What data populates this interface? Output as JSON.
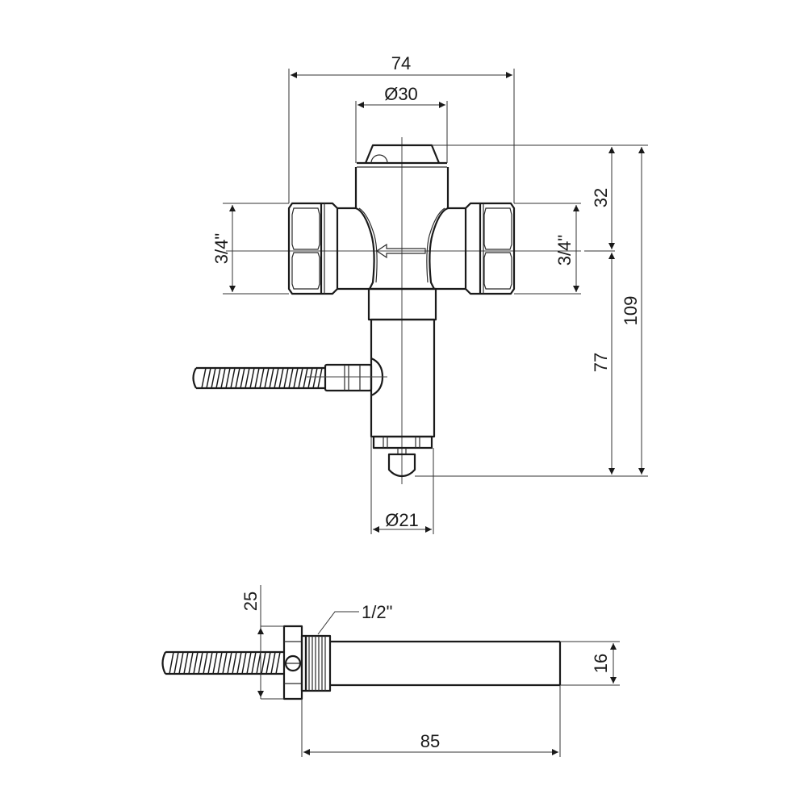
{
  "drawing": {
    "title": "Flush valve technical drawing",
    "line_color": "#1a1a1a",
    "background": "#ffffff"
  },
  "front_view": {
    "dimensions": {
      "overall_width": "74",
      "cap_diameter": "Ø30",
      "inlet_left_thread": "3/4\"",
      "outlet_right_thread": "3/4\"",
      "top_to_axis": "32",
      "axis_to_bottom": "77",
      "overall_height": "109",
      "outlet_diameter": "Ø21"
    }
  },
  "side_view": {
    "dimensions": {
      "nut_height": "25",
      "thread_size": "1/2\"",
      "pipe_diameter": "16",
      "pipe_length": "85"
    }
  }
}
